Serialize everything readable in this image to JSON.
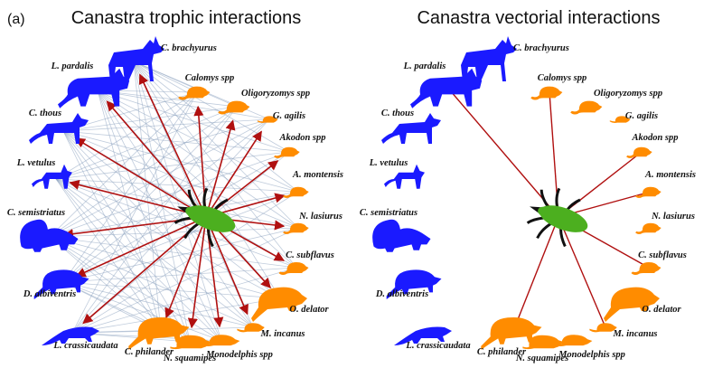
{
  "figure": {
    "panel_label": "(a)",
    "left_title": "Canastra trophic interactions",
    "right_title": "Canastra vectorial interactions"
  },
  "colors": {
    "predator": "#1a1aff",
    "prey": "#ff8c00",
    "vector": "#4caf1f",
    "vector_legs": "#111111",
    "link": "#b01010",
    "web": "#8da3c0"
  },
  "species": [
    {
      "id": "c_brachyurus",
      "label": "C. brachyurus",
      "group": "predator",
      "icon": "maned-wolf-icon"
    },
    {
      "id": "l_pardalis",
      "label": "L. pardalis",
      "group": "predator",
      "icon": "ocelot-icon"
    },
    {
      "id": "c_thous",
      "label": "C. thous",
      "group": "predator",
      "icon": "fox-icon"
    },
    {
      "id": "l_vetulus",
      "label": "L. vetulus",
      "group": "predator",
      "icon": "hoary-fox-icon"
    },
    {
      "id": "c_semistriatus",
      "label": "C. semistriatus",
      "group": "predator",
      "icon": "skunk-icon"
    },
    {
      "id": "d_albiventris",
      "label": "D. albiventris",
      "group": "predator",
      "icon": "opossum-icon"
    },
    {
      "id": "l_crassicaudata",
      "label": "L. crassicaudata",
      "group": "predator",
      "icon": "lutreolina-icon"
    },
    {
      "id": "calomys",
      "label": "Calomys spp",
      "group": "prey",
      "icon": "rodent-icon"
    },
    {
      "id": "oligoryzomys",
      "label": "Oligoryzomys spp",
      "group": "prey",
      "icon": "rodent-icon"
    },
    {
      "id": "g_agilis",
      "label": "G. agilis",
      "group": "prey",
      "icon": "small-marsupial-icon"
    },
    {
      "id": "akodon",
      "label": "Akodon spp",
      "group": "prey",
      "icon": "rodent-icon"
    },
    {
      "id": "a_montensis",
      "label": "A. montensis",
      "group": "prey",
      "icon": "rodent-icon"
    },
    {
      "id": "n_lasiurus",
      "label": "N. lasiurus",
      "group": "prey",
      "icon": "rodent-icon"
    },
    {
      "id": "c_subflavus",
      "label": "C. subflavus",
      "group": "prey",
      "icon": "rodent-icon"
    },
    {
      "id": "o_delator",
      "label": "O. delator",
      "group": "prey",
      "icon": "large-rodent-icon"
    },
    {
      "id": "m_incanus",
      "label": "M. incanus",
      "group": "prey",
      "icon": "small-marsupial-icon"
    },
    {
      "id": "monodelphis",
      "label": "Monodelphis spp",
      "group": "prey",
      "icon": "shrew-opossum-icon"
    },
    {
      "id": "n_squamipes",
      "label": "N. squamipes",
      "group": "prey",
      "icon": "water-rat-icon"
    },
    {
      "id": "c_philander",
      "label": "C. philander",
      "group": "prey",
      "icon": "opossum-icon"
    }
  ],
  "vector": {
    "label": "",
    "icon": "kissing-bug-icon"
  },
  "trophic_vector_links": [
    "c_brachyurus",
    "l_pardalis",
    "c_thous",
    "l_vetulus",
    "c_semistriatus",
    "d_albiventris",
    "l_crassicaudata",
    "calomys",
    "oligoryzomys",
    "g_agilis",
    "akodon",
    "a_montensis",
    "n_lasiurus",
    "c_subflavus",
    "o_delator",
    "m_incanus",
    "monodelphis",
    "n_squamipes",
    "c_philander"
  ],
  "vectorial_links": [
    "l_pardalis",
    "calomys",
    "akodon",
    "a_montensis",
    "c_subflavus",
    "m_incanus",
    "c_philander"
  ]
}
